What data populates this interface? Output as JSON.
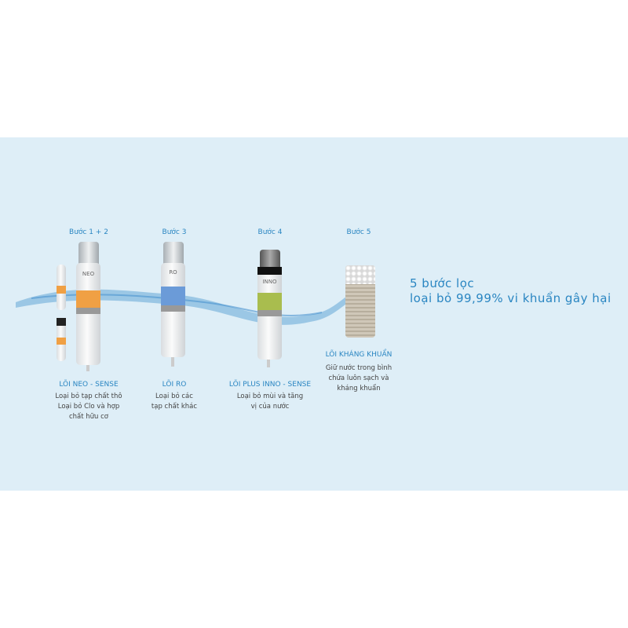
{
  "steps": [
    {
      "step": "Bước 1 + 2",
      "name": "LÕI NEO - SENSE",
      "desc": [
        "Loại bỏ tạp chất thô",
        "Loại bỏ Clo và hợp",
        "chất hữu cơ"
      ],
      "color": "#f0a044"
    },
    {
      "step": "Bước 3",
      "name": "LÕI RO",
      "desc": [
        "Loại bỏ các",
        "tạp chất khác"
      ],
      "color": "#6b9bd8"
    },
    {
      "step": "Bước 4",
      "name": "LÕI PLUS INNO - SENSE",
      "desc": [
        "Loại bỏ mùi và tăng",
        "vị của nước"
      ],
      "color": "#a9bd4e"
    },
    {
      "step": "Bước 5",
      "name": "LÕI KHÁNG KHUẨN",
      "desc": [
        "Giữ nước trong bình",
        "chứa luôn sạch và",
        "kháng khuẩn"
      ]
    }
  ],
  "headline": {
    "line1": "5 bước lọc",
    "line2": "loại bỏ 99,99% vi khuẩn gây hại"
  },
  "filter_labels": {
    "neo": "NEO",
    "ro": "RO",
    "inno": "INNO"
  },
  "colors": {
    "background": "#deeef7",
    "accent": "#2a86c2"
  }
}
